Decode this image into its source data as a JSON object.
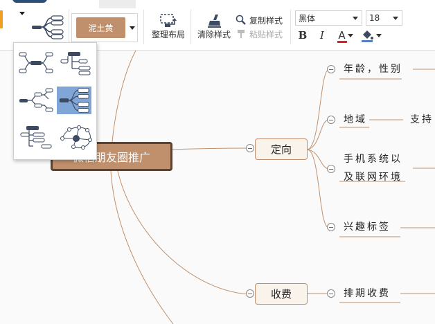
{
  "toolbar": {
    "theme": {
      "label": "泥土黄",
      "color": "#c0906c"
    },
    "arrange_label": "整理布局",
    "clear_style_label": "清除样式",
    "copy_style_label": "复制样式",
    "paste_style_label": "粘贴样式",
    "font_family": "黑体",
    "font_size": "18",
    "bold_label": "B",
    "italic_label": "I",
    "font_color_label": "A",
    "font_color": "#e02020",
    "fill_color": "#5a7fc0"
  },
  "mindmap": {
    "root": {
      "label": "微信朋友圈推广",
      "partial_label": "朋友圈推广"
    },
    "topics": [
      {
        "label": "定向",
        "children": [
          {
            "label": "年龄，性别"
          },
          {
            "label": "地域",
            "children": [
              {
                "label": "支持"
              }
            ]
          },
          {
            "label": "手机系统以\n及联网环境",
            "lines": [
              "手机系统以",
              "及联网环境"
            ]
          },
          {
            "label": "兴趣标签"
          }
        ]
      },
      {
        "label": "收费",
        "children": [
          {
            "label": "排期收费"
          }
        ]
      }
    ]
  },
  "layout_popup": {
    "options": [
      {
        "name": "mindmap-both-sides",
        "selected": false
      },
      {
        "name": "org-chart-down",
        "selected": false
      },
      {
        "name": "logic-right",
        "selected": false
      },
      {
        "name": "mindmap-right",
        "selected": true
      },
      {
        "name": "tree-right",
        "selected": false
      },
      {
        "name": "free-bubble",
        "selected": false
      }
    ]
  },
  "colors": {
    "accent": "#c0906c",
    "root_border": "#5c4030",
    "selected_layout": "#7fa6d6"
  }
}
